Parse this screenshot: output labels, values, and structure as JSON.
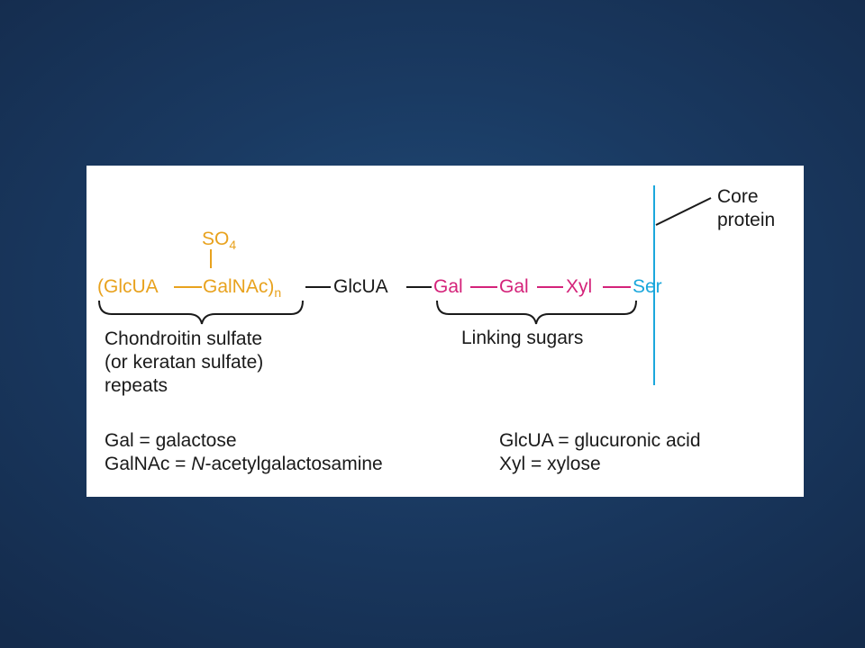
{
  "diagram": {
    "colors": {
      "repeat": "#e8a21e",
      "linking": "#d4237a",
      "protein": "#1ba7dc",
      "text": "#1a1a1a",
      "background": "#1a3a62"
    },
    "sulfate": {
      "label": "SO",
      "subscript": "4"
    },
    "repeat_unit": {
      "open": "(GlcUA",
      "sugar2": "GalNAc)",
      "subscript": "n"
    },
    "chain": {
      "glcua": "GlcUA",
      "gal1": "Gal",
      "gal2": "Gal",
      "xyl": "Xyl",
      "ser": "Ser"
    },
    "core_protein_label": "Core\nprotein",
    "brace_labels": {
      "repeats": "Chondroitin sulfate\n(or keratan sulfate)\nrepeats",
      "linking": "Linking sugars"
    },
    "legend": {
      "gal": "Gal = galactose",
      "galnac_prefix": "GalNAc = ",
      "galnac_italic": "N",
      "galnac_suffix": "-acetylgalactosamine",
      "glcua": "GlcUA = glucuronic acid",
      "xyl": "Xyl = xylose"
    }
  }
}
